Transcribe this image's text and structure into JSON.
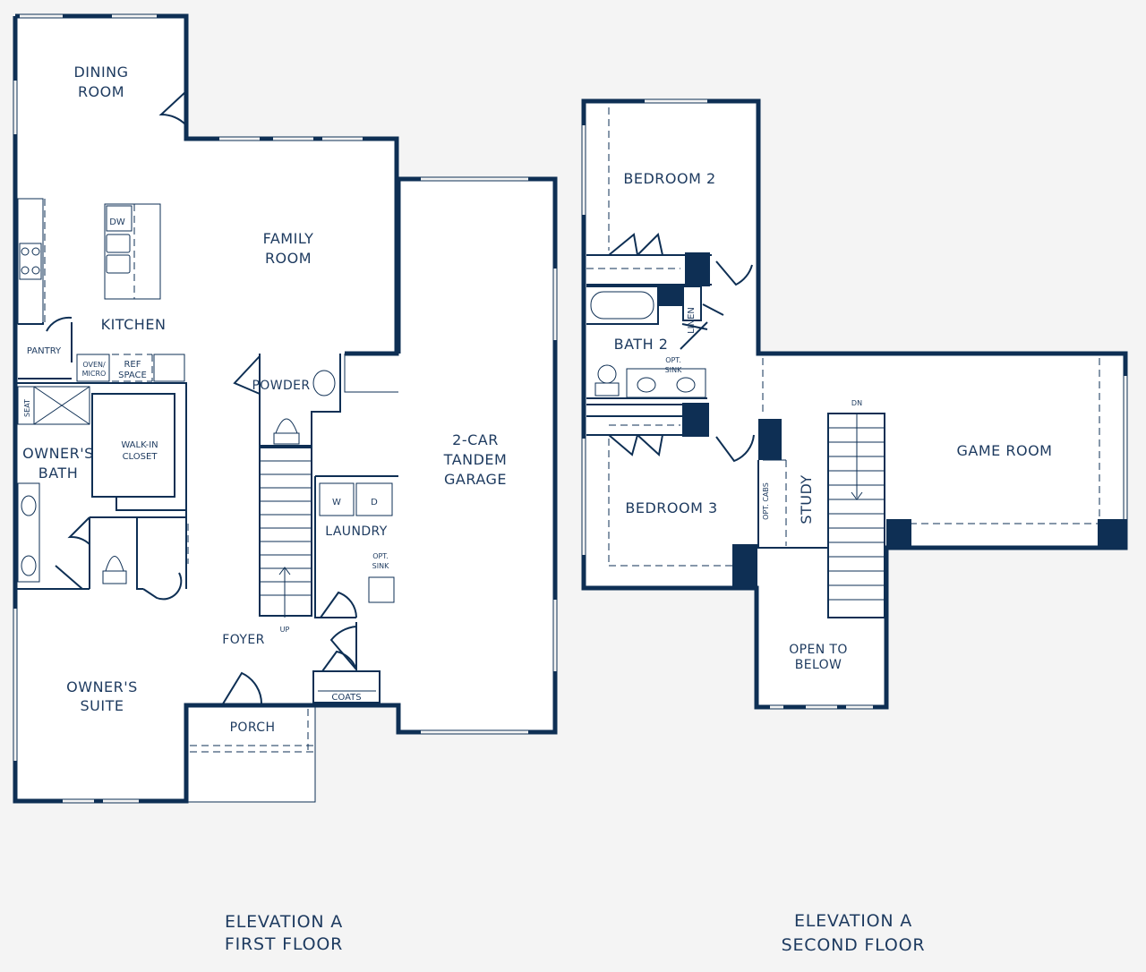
{
  "first_floor": {
    "rooms": {
      "dining_room": [
        "DINING",
        "ROOM"
      ],
      "family_room": [
        "FAMILY",
        "ROOM"
      ],
      "kitchen": "KITCHEN",
      "pantry": "PANTRY",
      "oven_micro": [
        "OVEN/",
        "MICRO"
      ],
      "ref_space": [
        "REF",
        "SPACE"
      ],
      "dw": "DW",
      "powder": "POWDER",
      "seat": "SEAT",
      "walk_in_closet": [
        "WALK-IN",
        "CLOSET"
      ],
      "owners_bath": [
        "OWNER'S",
        "BATH"
      ],
      "laundry": "LAUNDRY",
      "washer": "W",
      "dryer": "D",
      "opt_sink": [
        "OPT.",
        "SINK"
      ],
      "garage": [
        "2-CAR",
        "TANDEM",
        "GARAGE"
      ],
      "up": "UP",
      "foyer": "FOYER",
      "coats": "COATS",
      "porch": "PORCH",
      "owners_suite": [
        "OWNER'S",
        "SUITE"
      ]
    },
    "caption": [
      "ELEVATION A",
      "FIRST FLOOR"
    ]
  },
  "second_floor": {
    "rooms": {
      "bedroom_2": "BEDROOM 2",
      "linen": "LINEN",
      "bath_2": "BATH 2",
      "opt_sink": [
        "OPT.",
        "SINK"
      ],
      "bedroom_3": "BEDROOM 3",
      "opt_cabs": "OPT. CABS",
      "study": "STUDY",
      "dn": "DN",
      "game_room": "GAME ROOM",
      "open_to_below": [
        "OPEN TO",
        "BELOW"
      ]
    },
    "caption": [
      "ELEVATION A",
      "SECOND FLOOR"
    ]
  },
  "colors": {
    "wall": "#0e2f54",
    "label": "#1d3a5f",
    "background": "#f4f4f4"
  }
}
